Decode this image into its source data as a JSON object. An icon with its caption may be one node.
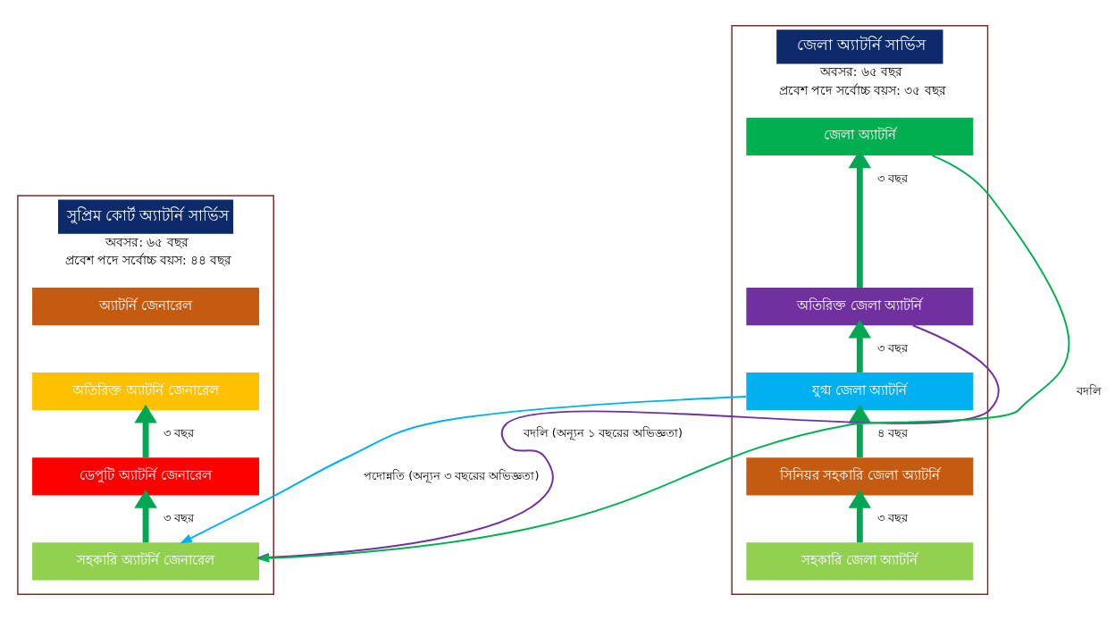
{
  "diagram": {
    "nodes": [
      {
        "text": [
          "সুপ্রিম কোর্ট অ্যাটর্নি সার্ভিস",
          "অবসর: ৬৫ বছর",
          "প্রবেশ পদে সর্বোচ্চ বয়স: ৪৪ বছর"
        ]
      },
      {
        "text": [
          "অ্যাটর্নি জেনারেল"
        ],
        "in": 0
      },
      {
        "text": [
          "অতিরিক্ত অ্যাটর্নি জেনারেল"
        ],
        "in": 0
      },
      {
        "text": [
          "ডেপুটি অ্যাটর্নি জেনারেল"
        ],
        "in": 0
      },
      {
        "text": [
          "সহকারি অ্যাটর্নি জেনারেল"
        ],
        "in": 0
      },
      {
        "text": [
          "জেলা অ্যাটর্নি সার্ভিস",
          "অবসর: ৬৫ বছর",
          "প্রবেশ পদে সর্বোচ্চ বয়স: ৩৫ বছর"
        ]
      },
      {
        "text": [
          "জেলা অ্যাটর্নি"
        ],
        "in": 5
      },
      {
        "text": [
          "অতিরিক্ত জেলা অ্যাটর্নি"
        ],
        "in": 5
      },
      {
        "text": [
          "যুগ্ম জেলা অ্যাটর্নি"
        ],
        "in": 5
      },
      {
        "text": [
          "সিনিয়র সহকারি জেলা অ্যাটর্নি"
        ],
        "in": 5
      },
      {
        "text": [
          "সহকারি জেলা অ্যাটর্নি"
        ],
        "in": 5
      }
    ],
    "edges": [
      {
        "from": 3,
        "to": 2,
        "arrow": "to",
        "label": "৩ বছর"
      },
      {
        "from": 4,
        "to": 3,
        "arrow": "to",
        "label": "৩ বছর"
      },
      {
        "from": 6,
        "to": 4,
        "arrow": "to",
        "label": "বদলি",
        "color": "#00b050"
      },
      {
        "from": 7,
        "to": 4,
        "arrow": "to",
        "label": "বদলি (অন্যূন ১ বছরের অভিজ্ঞতা)",
        "color": "#7030a0"
      },
      {
        "from": 8,
        "to": 4,
        "arrow": "to",
        "label": "পদোন্নতি (অন্যূন ৩ বছরের অভিজ্ঞতা)",
        "color": "#00b0f0"
      },
      {
        "from": 7,
        "to": 6,
        "arrow": "to",
        "label": "৩ বছর"
      },
      {
        "from": 8,
        "to": 7,
        "arrow": "to",
        "label": "৩ বছর"
      },
      {
        "from": 9,
        "to": 8,
        "arrow": "to",
        "label": "৪ বছর"
      },
      {
        "from": 10,
        "to": 9,
        "arrow": "to",
        "label": "৩ বছর"
      }
    ]
  }
}
